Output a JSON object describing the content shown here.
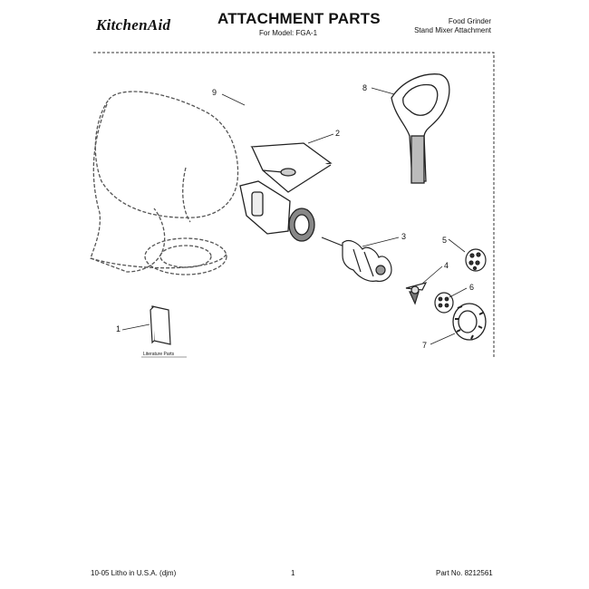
{
  "header": {
    "brand": "KitchenAid",
    "title": "ATTACHMENT PARTS",
    "model_line": "For Model: FGA-1",
    "product_line1": "Food Grinder",
    "product_line2": "Stand Mixer Attachment"
  },
  "diagram": {
    "callouts": [
      "1",
      "2",
      "3",
      "4",
      "5",
      "6",
      "7",
      "8",
      "9"
    ],
    "book_label": "Literature Parts"
  },
  "footer": {
    "left": "10-05 Litho in U.S.A. (djm)",
    "center": "1",
    "right": "Part No. 8212561"
  }
}
